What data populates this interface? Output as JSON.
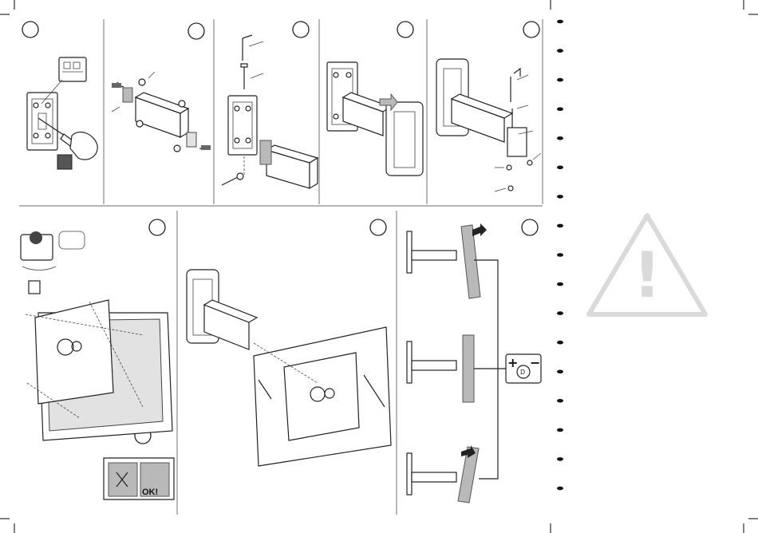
{
  "step_badge": "OK!",
  "adjust_symbols": {
    "plus": "+",
    "minus": "−",
    "center": "D"
  },
  "marker_count": 17,
  "warning_symbol": "!",
  "colors": {
    "warning_stroke": "#dadada",
    "line": "#222222",
    "fill_gray": "#b9b9b9",
    "divider": "#8a8a8a"
  },
  "icons": [
    "hex-key-icon",
    "screwdriver-icon",
    "wrench-icon",
    "warning-triangle-icon",
    "adjust-dial-icon",
    "arrow-icon"
  ]
}
